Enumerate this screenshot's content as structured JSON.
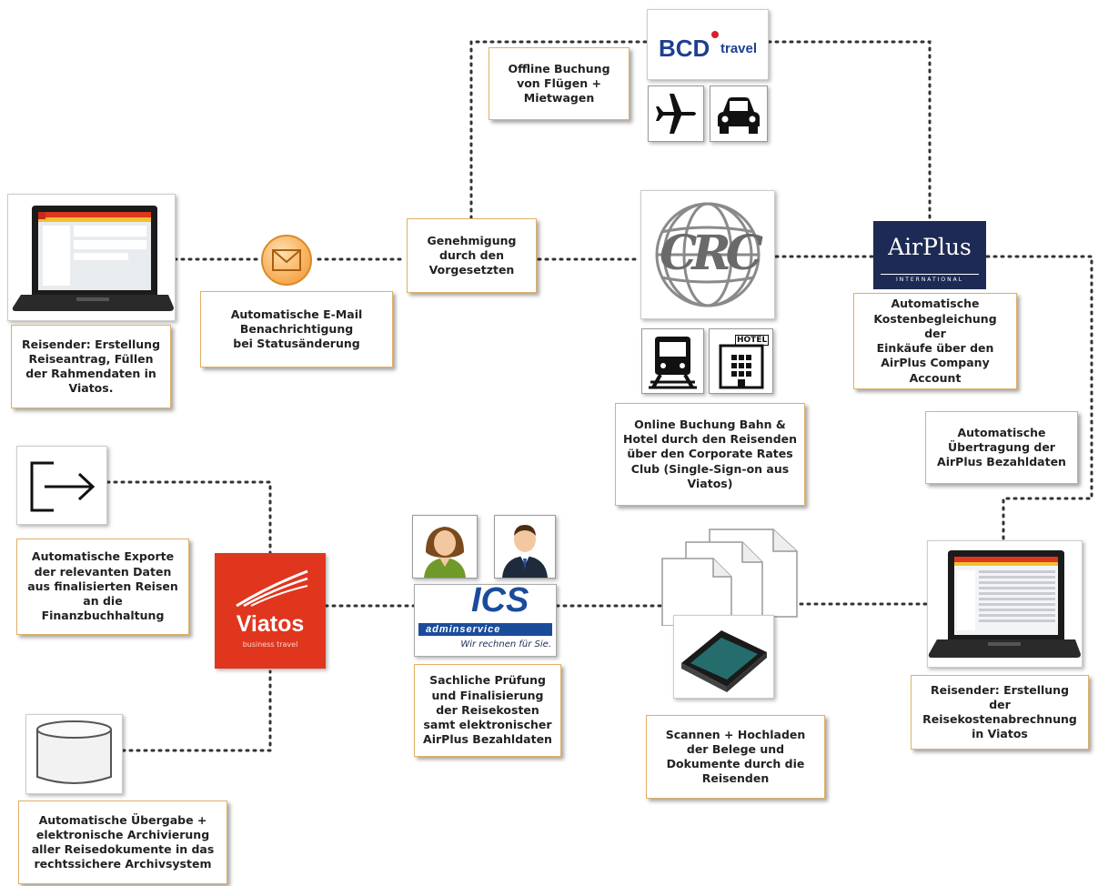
{
  "logos": {
    "bcd_main": "BCD",
    "bcd_sub": "travel",
    "crc": "CRC",
    "airplus_main": "AirPlus",
    "airplus_sub": "INTERNATIONAL",
    "viatos_main": "Viatos",
    "viatos_sub": "business travel",
    "ics_main": "ICS",
    "ics_band": "adminservice",
    "ics_tagline": "Wir rechnen für Sie.",
    "hotel_sign": "HOTEL"
  },
  "notes": {
    "offline_booking": "Offline Buchung\nvon Flügen +\nMietwagen",
    "approval": "Genehmigung\ndurch den\nVorgesetzten",
    "auto_email": "Automatische E-Mail\nBenachrichtigung\nbei Statusänderung",
    "traveler_create": "Reisender: Erstellung\nReiseantrag, Füllen\nder Rahmendaten in\nViatos.",
    "airplus_settlement": "Automatische\nKostenbegleichung der\nEinkäufe über den\nAirPlus Company\nAccount",
    "online_booking": "Online Buchung Bahn &\nHotel durch den Reisenden\nüber den Corporate Rates\nClub (Single-Sign-on aus\nViatos)",
    "airplus_transfer": "Automatische\nÜbertragung der\nAirPlus Bezahldaten",
    "auto_exports": "Automatische Exporte\nder relevanten Daten\naus finalisierten Reisen\nan die\nFinanzbuchhaltung",
    "review": "Sachliche Prüfung\nund Finalisierung\nder Reisekosten\nsamt elektronischer\nAirPlus Bezahldaten",
    "scan_upload": "Scannen + Hochladen\nder Belege und\nDokumente durch die\nReisenden",
    "traveler_expense": "Reisender: Erstellung der\nReisekostenabrechnung\nin Viatos",
    "archive": "Automatische Übergabe +\nelektronische Archivierung\naller Reisedokumente in das\nrechtssichere Archivsystem"
  },
  "colors": {
    "note_border": "#e0b068",
    "viatos_red": "#e0361e",
    "airplus_navy": "#1d2a55",
    "bcd_blue": "#1d3f8f",
    "bcd_red": "#d6202e",
    "ics_blue": "#1b4c9c",
    "dots": "#333333"
  },
  "icons": [
    "laptop-icon",
    "mail-icon",
    "airplane-icon",
    "car-icon",
    "train-icon",
    "hotel-icon",
    "export-icon",
    "database-icon",
    "person-female-icon",
    "person-male-icon",
    "documents-icon",
    "scanner-icon"
  ]
}
